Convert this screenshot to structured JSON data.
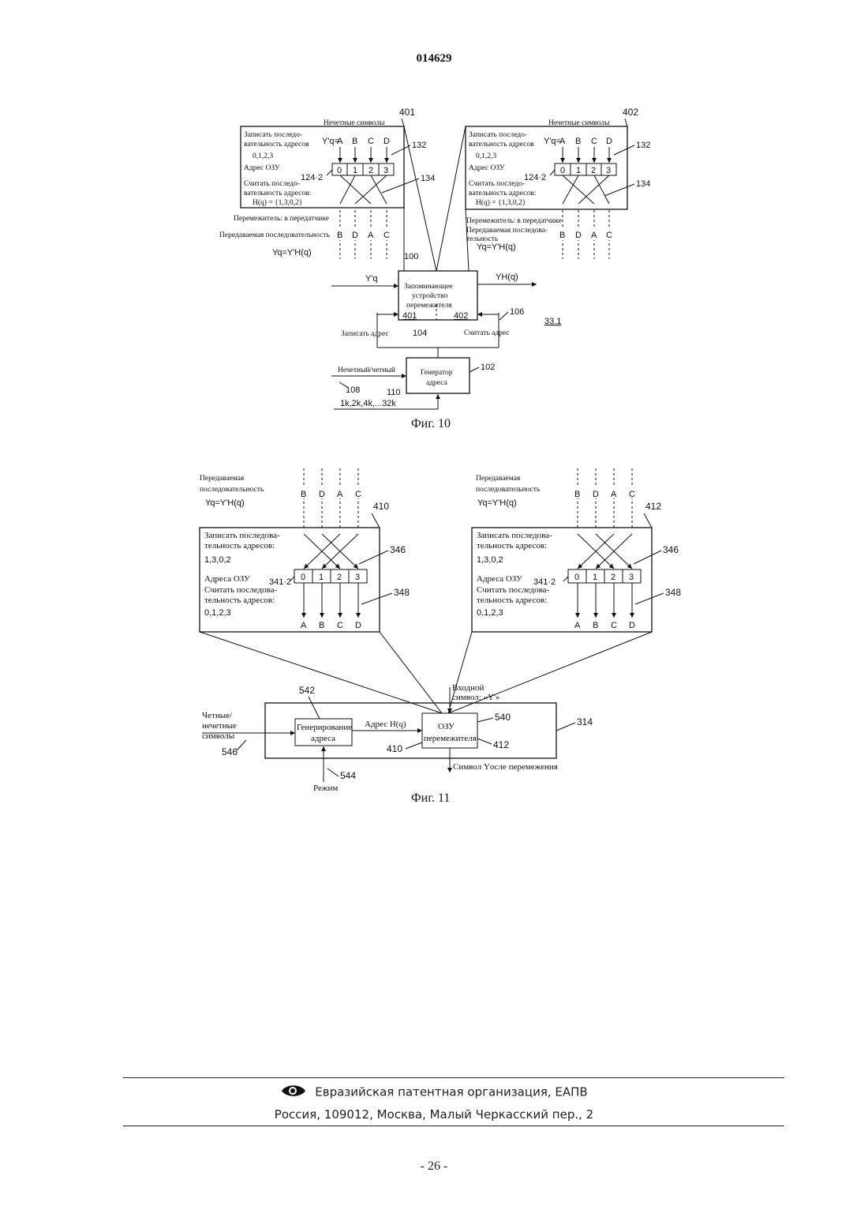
{
  "header": {
    "doc_number": "014629"
  },
  "fig10": {
    "caption": "Фиг. 10",
    "panels": [
      {
        "ref": "401",
        "odd_symbols": "Нечетные символы",
        "write_seq_1": "Записать последо-",
        "write_seq_2": "вательность адресов",
        "write_seq_3": "0,1,2,3",
        "ram_addr": "Адрес ОЗУ",
        "read_seq_1": "Считать последо-",
        "read_seq_2": "вательность адресов:",
        "read_seq_3": "H(q) = {1,3,0,2}",
        "yq": "Y'q=",
        "inputs": [
          "A",
          "B",
          "C",
          "D"
        ],
        "cells": [
          "0",
          "1",
          "2",
          "3"
        ],
        "ref_132": "132",
        "ref_134": "134",
        "ref_124": "124·2"
      },
      {
        "ref": "402",
        "odd_symbols": "Нечетные символы",
        "write_seq_1": "Записать последо-",
        "write_seq_2": "вательность адресов",
        "write_seq_3": "0,1,2,3",
        "ram_addr": "Адрес ОЗУ",
        "read_seq_1": "Считать последо-",
        "read_seq_2": "вательность адресов:",
        "read_seq_3": "H(q) = {1,3,0,2}",
        "yq": "Y'q=",
        "inputs": [
          "A",
          "B",
          "C",
          "D"
        ],
        "cells": [
          "0",
          "1",
          "2",
          "3"
        ],
        "ref_132": "132",
        "ref_134": "134",
        "ref_124": "124·2"
      }
    ],
    "left_tx_1": "Перемежитель: в передатчике",
    "left_tx_2": "Передаваемая последовательность",
    "left_yq": "Yq=Y'H(q)",
    "right_tx_1": "Перемежитель: в передатчике",
    "right_tx_2": "Передаваемая последова-",
    "right_tx_3": "тельность",
    "right_yq": "Yq=Y'H(q)",
    "outputs": [
      "B",
      "D",
      "A",
      "C"
    ],
    "ref_100": "100",
    "in_label": "Y'q",
    "out_label": "YH(q)",
    "mem_1": "Запоминающее",
    "mem_2": "устройство",
    "mem_3": "перемежителя",
    "mem_401": "401",
    "mem_402": "402",
    "ref_106": "106",
    "ref_104": "104",
    "ref_102": "102",
    "ref_33_1": "33.1",
    "write_addr": "Записать адрес",
    "read_addr": "Считать адрес",
    "odd_even": "Нечетный/четный",
    "gen_1": "Генератор",
    "gen_2": "адреса",
    "ref_108": "108",
    "ref_110": "110",
    "modes": "1k,2k,4k,...32k"
  },
  "fig11": {
    "caption": "Фиг. 11",
    "panels": [
      {
        "ref": "410",
        "tx_1": "Передаваемая",
        "tx_2": "последовательность",
        "tx_yq": "Yq=Y'H(q)",
        "top": [
          "B",
          "D",
          "A",
          "C"
        ],
        "write_1": "Записать последова-",
        "write_2": "тельность адресов:",
        "write_3": "1,3,0,2",
        "ram_addr": "Адреса ОЗУ",
        "read_1": "Считать последова-",
        "read_2": "тельность адресов:",
        "read_3": "0,1,2,3",
        "cells": [
          "0",
          "1",
          "2",
          "3"
        ],
        "bottom": [
          "A",
          "B",
          "C",
          "D"
        ],
        "ref_346": "346",
        "ref_348": "348",
        "ref_341": "341·2"
      },
      {
        "ref": "412",
        "tx_1": "Передаваемая",
        "tx_2": "последовательность",
        "tx_yq": "Yq=Y'H(q)",
        "top": [
          "B",
          "D",
          "A",
          "C"
        ],
        "write_1": "Записать последова-",
        "write_2": "тельность адресов:",
        "write_3": "1,3,0,2",
        "ram_addr": "Адреса ОЗУ",
        "read_1": "Считать последова-",
        "read_2": "тельность адресов:",
        "read_3": "0,1,2,3",
        "cells": [
          "0",
          "1",
          "2",
          "3"
        ],
        "bottom": [
          "A",
          "B",
          "C",
          "D"
        ],
        "ref_346": "346",
        "ref_348": "348",
        "ref_341": "341·2"
      }
    ],
    "even_odd_1": "Четные/",
    "even_odd_2": "нечетные",
    "even_odd_3": "символы",
    "ref_546": "546",
    "ref_542": "542",
    "gen_1": "Генерирование",
    "gen_2": "адреса",
    "addr_hq": "Адрес H(q)",
    "ram_1": "ОЗУ",
    "ram_2": "перемежителя",
    "input_1": "Входной",
    "input_2": "символ: «Y'»",
    "ref_540": "540",
    "ref_314": "314",
    "ref_412": "412",
    "ref_410": "410",
    "ref_544": "544",
    "mode": "Режим",
    "out_symbol": "Символ Yосле перемежения"
  },
  "footer": {
    "org": "Евразийская патентная организация, ЕАПВ",
    "address": "Россия, 109012, Москва, Малый Черкасский пер., 2",
    "logo_icon": "eapo-eye-icon"
  },
  "page_number": "- 26 -"
}
